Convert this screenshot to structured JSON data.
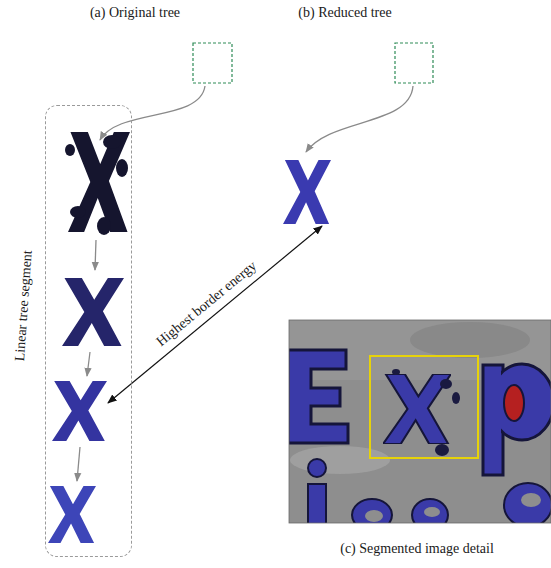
{
  "diagram": {
    "nodes": [
      {
        "text": [
          "Linear tree segment"
        ]
      }
    ],
    "labels": [
      "(a) Original tree",
      "(b) Reduced tree",
      "Highest border energy",
      "(c) Segmented image detail"
    ]
  }
}
